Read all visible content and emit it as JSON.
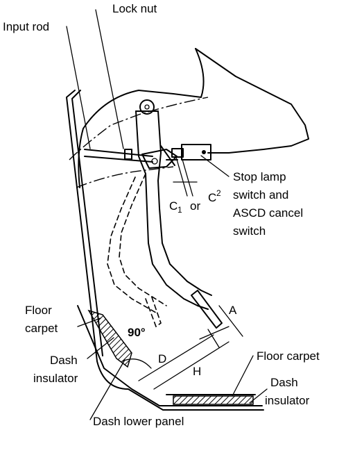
{
  "labels": {
    "lock_nut": "Lock nut",
    "input_rod": "Input rod",
    "stop_lamp_line1": "Stop lamp",
    "stop_lamp_line2": "switch and",
    "stop_lamp_line3": "ASCD cancel",
    "stop_lamp_line4": "switch",
    "c_clearance": "C",
    "c1_sub": "1",
    "or": "or",
    "c2_main": "C",
    "c2_sup": "2",
    "floor_carpet_left_1": "Floor",
    "floor_carpet_left_2": "carpet",
    "dash_insulator_left_1": "Dash",
    "dash_insulator_left_2": "insulator",
    "angle": "90°",
    "dim_d": "D",
    "dim_h": "H",
    "dim_a": "A",
    "floor_carpet_right": "Floor carpet",
    "dash_insulator_right_1": "Dash",
    "dash_insulator_right_2": "insulator",
    "dash_lower_panel": "Dash lower panel"
  }
}
